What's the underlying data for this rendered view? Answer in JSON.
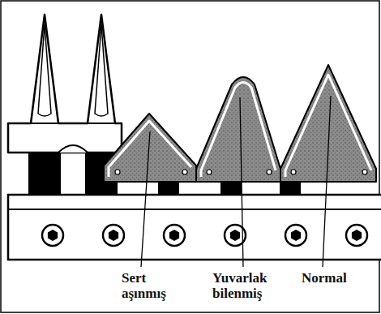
{
  "diagram": {
    "labels": [
      "Sert aşınmış",
      "Yuvarlak bilenmiş",
      "Normal"
    ]
  }
}
